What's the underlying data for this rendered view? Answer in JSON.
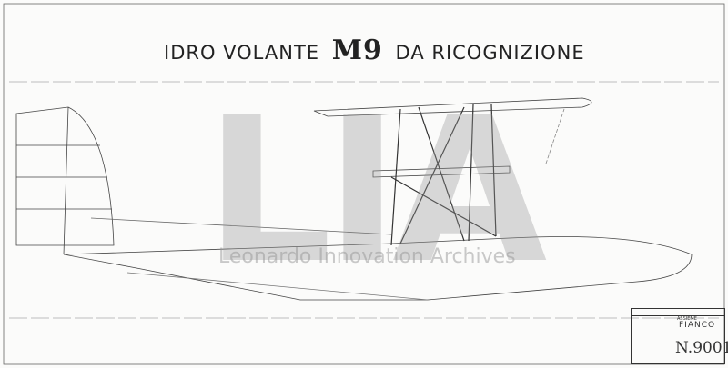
{
  "title": {
    "prefix": "IDRO VOLANTE",
    "model": "M9",
    "suffix": "DA RICOGNIZIONE"
  },
  "watermark": {
    "logo": "LIA",
    "text": "Leonardo Innovation Archives"
  },
  "title_block": {
    "assembly": "ASSIEME",
    "view": "FIANCO",
    "number": "N.9001"
  },
  "colors": {
    "ink": "#333333",
    "paper": "#fbfbfa",
    "watermark": "#969696"
  }
}
